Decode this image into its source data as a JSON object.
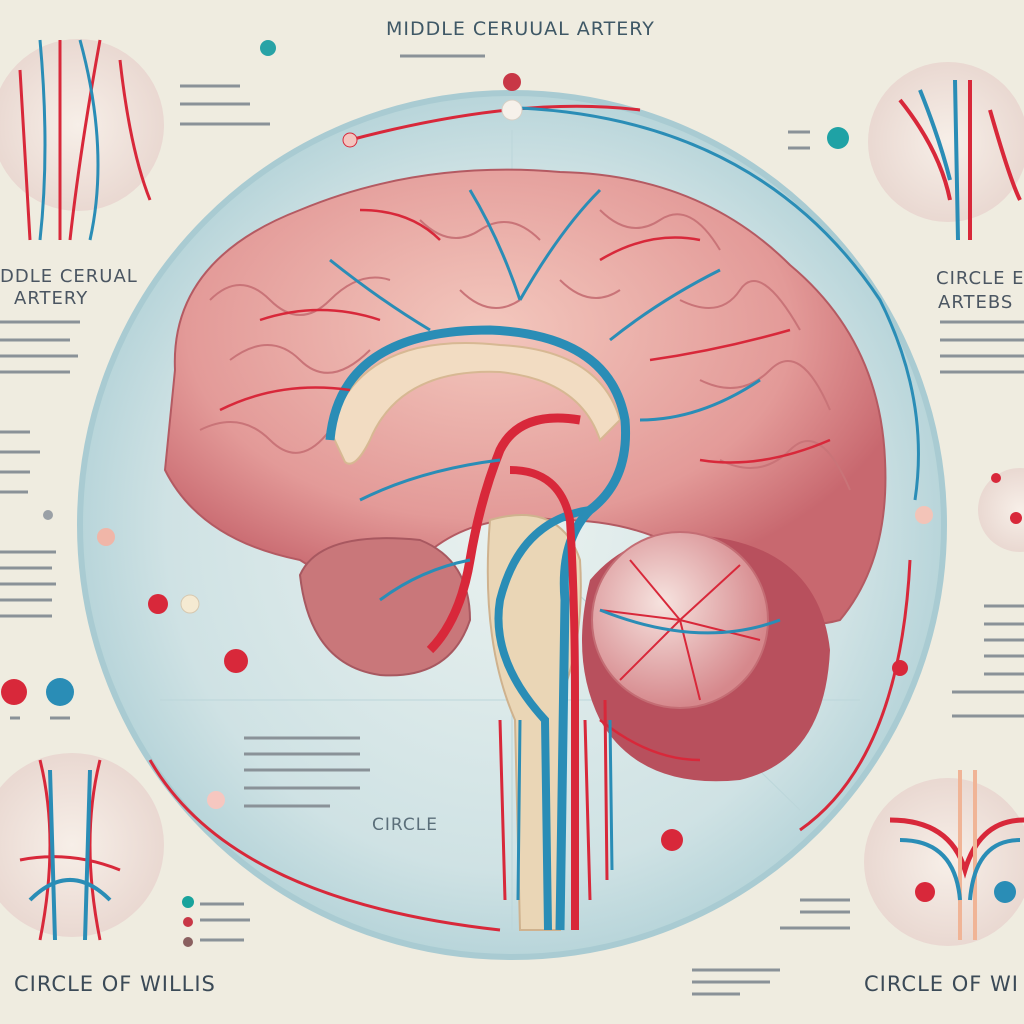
{
  "labels": {
    "top_title": "MIDDLE CERUUAL ARTERY",
    "left_label_line1": "DDLE CERUAL",
    "left_label_line2": "ARTERY",
    "right_label_line1": "CIRCLE E",
    "right_label_line2": "ARTEBS",
    "center_label": "CIRCLE",
    "bottom_left_label": "CIRCLE OF WILLIS",
    "bottom_right_label": "CIRCLE OF WI"
  },
  "colors": {
    "background": "#efece0",
    "artery": "#d8283a",
    "vein": "#2a8db6",
    "brain": "#e6a4a2",
    "disc": "#cfe3e6"
  }
}
